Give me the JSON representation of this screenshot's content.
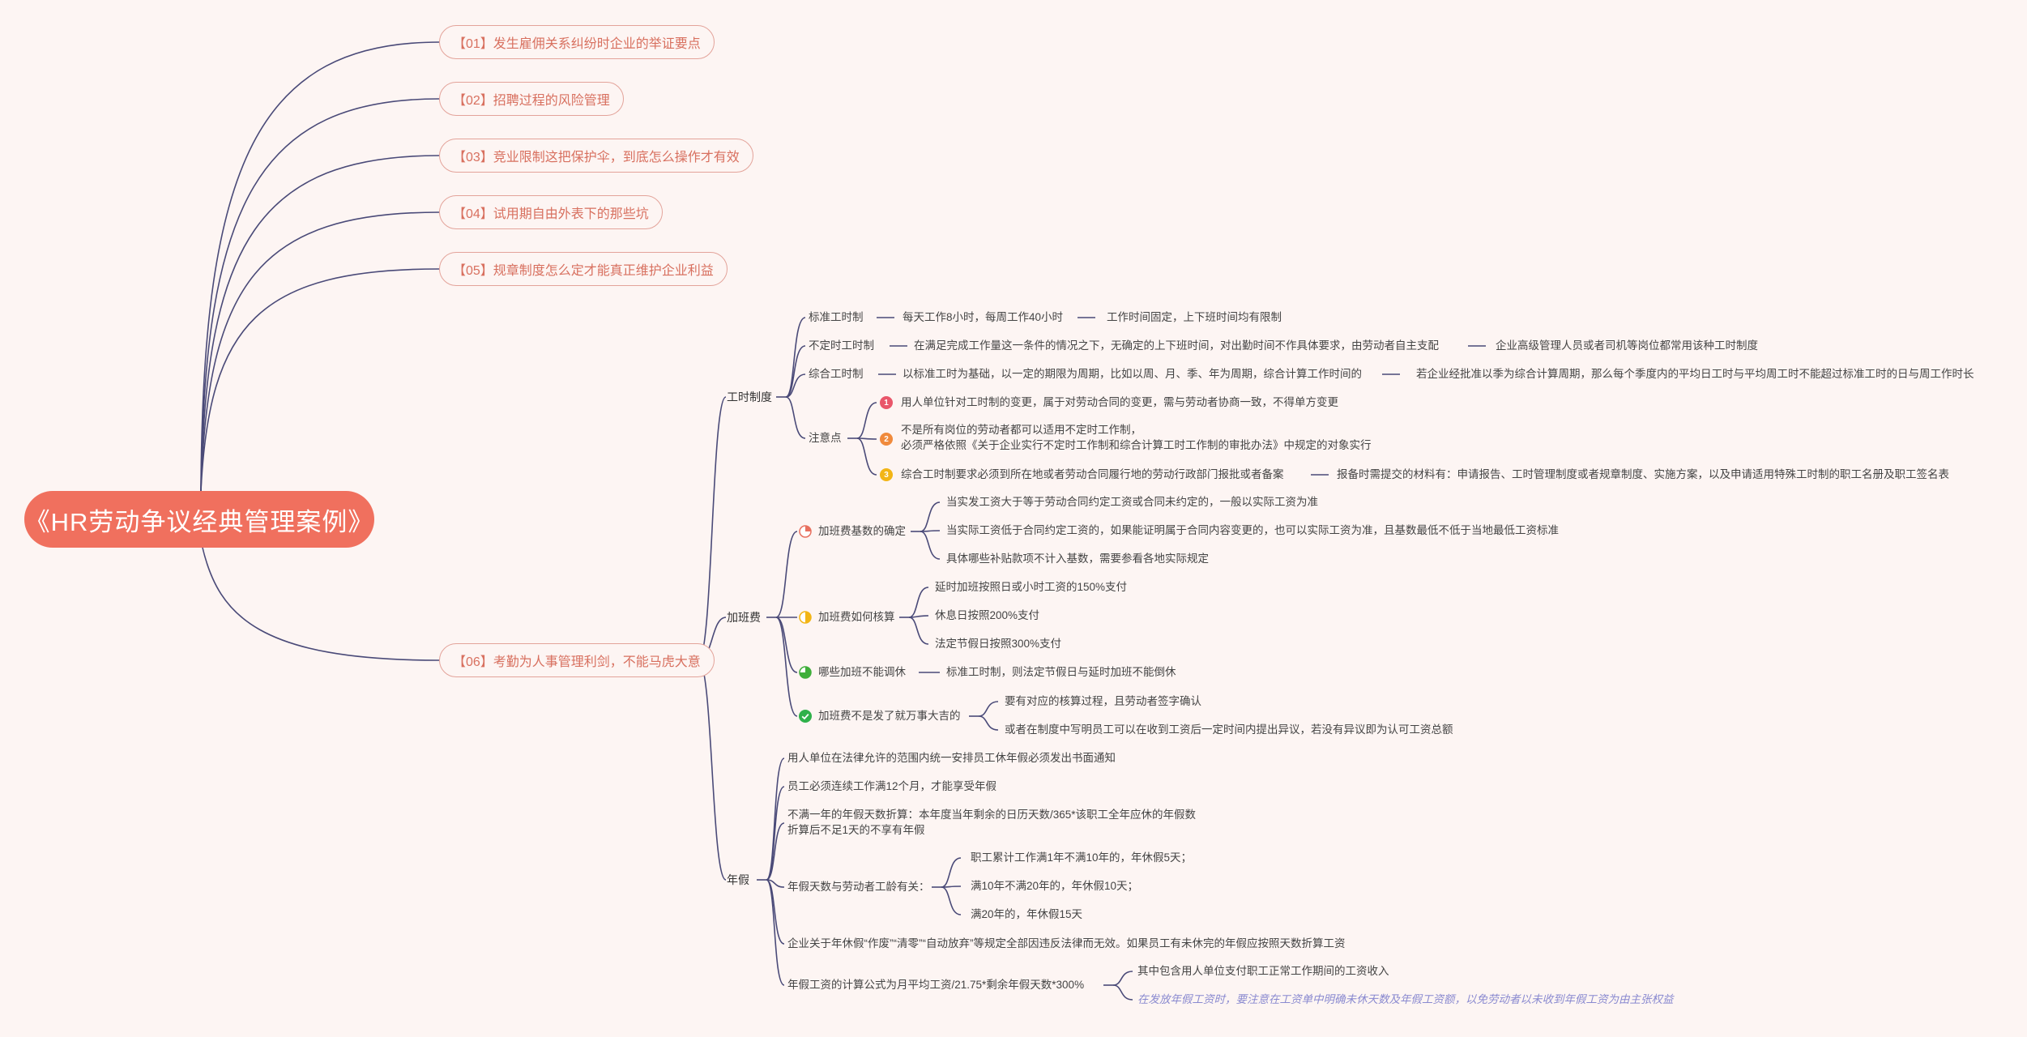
{
  "root": {
    "title": "《HR劳动争议经典管理案例》"
  },
  "topics": [
    "【01】发生雇佣关系纠纷时企业的举证要点",
    "【02】招聘过程的风险管理",
    "【03】竞业限制这把保护伞，到底怎么操作才有效",
    "【04】试用期自由外表下的那些坑",
    "【05】规章制度怎么定才能真正维护企业利益",
    "【06】考勤为人事管理利剑，不能马虎大意"
  ],
  "work_hours": {
    "title": "工时制度",
    "standard": {
      "label": "标准工时制",
      "detail": "每天工作8小时，每周工作40小时",
      "note": "工作时间固定，上下班时间均有限制"
    },
    "flexible": {
      "label": "不定时工时制",
      "detail": "在满足完成工作量这一条件的情况之下，无确定的上下班时间，对出勤时间不作具体要求，由劳动者自主支配",
      "note": "企业高级管理人员或者司机等岗位都常用该种工时制度"
    },
    "comprehensive": {
      "label": "综合工时制",
      "detail": "以标准工时为基础，以一定的期限为周期，比如以周、月、季、年为周期，综合计算工作时间的",
      "note": "若企业经批准以季为综合计算周期，那么每个季度内的平均日工时与平均周工时不能超过标准工时的日与周工作时长"
    },
    "notes": {
      "label": "注意点",
      "items": [
        "用人单位针对工时制的变更，属于对劳动合同的变更，需与劳动者协商一致，不得单方变更",
        "不是所有岗位的劳动者都可以适用不定时工作制，",
        "必须严格依照《关于企业实行不定时工作制和综合计算工时工作制的审批办法》中规定的对象实行",
        "综合工时制要求必须到所在地或者劳动合同履行地的劳动行政部门报批或者备案",
        "报备时需提交的材料有：申请报告、工时管理制度或者规章制度、实施方案，以及申请适用特殊工时制的职工名册及职工签名表"
      ],
      "icon_nums": [
        "1",
        "2",
        "3"
      ]
    }
  },
  "overtime": {
    "title": "加班费",
    "base": {
      "label": "加班费基数的确定",
      "items": [
        "当实发工资大于等于劳动合同约定工资或合同未约定的，一般以实际工资为准",
        "当实际工资低于合同约定工资的，如果能证明属于合同内容变更的，也可以实际工资为准，且基数最低不低于当地最低工资标准",
        "具体哪些补贴款项不计入基数，需要参看各地实际规定"
      ]
    },
    "calc": {
      "label": "加班费如何核算",
      "items": [
        "延时加班按照日或小时工资的150%支付",
        "休息日按照200%支付",
        "法定节假日按照300%支付"
      ]
    },
    "no_rest": {
      "label": "哪些加班不能调休",
      "detail": "标准工时制，则法定节假日与延时加班不能倒休"
    },
    "paid": {
      "label": "加班费不是发了就万事大吉的",
      "items": [
        "要有对应的核算过程，且劳动者签字确认",
        "或者在制度中写明员工可以在收到工资后一定时间内提出异议，若没有异议即为认可工资总额"
      ]
    }
  },
  "annual_leave": {
    "title": "年假",
    "items": [
      "用人单位在法律允许的范围内统一安排员工休年假必须发出书面通知",
      "员工必须连续工作满12个月，才能享受年假",
      "不满一年的年假天数折算：本年度当年剩余的日历天数/365*该职工全年应休的年假数",
      "折算后不足1天的不享有年假"
    ],
    "seniority": {
      "label": "年假天数与劳动者工龄有关：",
      "items": [
        "职工累计工作满1年不满10年的，年休假5天；",
        "满10年不满20年的，年休假10天；",
        "满20年的，年休假15天"
      ]
    },
    "invalid": "企业关于年休假“作废”“清零”“自动放弃”等规定全部因违反法律而无效。如果员工有未休完的年假应按照天数折算工资",
    "formula": {
      "label": "年假工资的计算公式为月平均工资/21.75*剩余年假天数*300%",
      "items": [
        "其中包含用人单位支付职工正常工作期间的工资收入",
        "在发放年假工资时，要注意在工资单中明确未休天数及年假工资额，以免劳动者以未收到年假工资为由主张权益"
      ]
    }
  },
  "colors": {
    "root_bg": "#f0705e",
    "topic_text": "#d8705f",
    "line": "#4a4a78",
    "accent": "#e8705f"
  }
}
